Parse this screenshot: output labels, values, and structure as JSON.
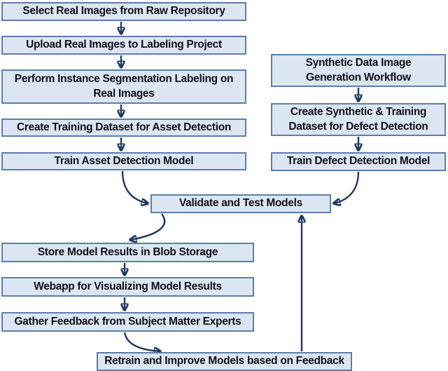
{
  "diagram": {
    "title": "Asset and Defect Detection Model Workflow Flowchart",
    "colors": {
      "node_fill": "#dce6f2",
      "node_border": "#5b7dae",
      "arrow": "#1f3864",
      "text": "#101018",
      "background": "#ffffff"
    },
    "nodes": [
      {
        "id": "select-real-images",
        "label": "Select Real Images from Raw Repository"
      },
      {
        "id": "upload-real-images",
        "label": "Upload Real Images to Labeling Project"
      },
      {
        "id": "instance-segmentation",
        "label": "Perform Instance Segmentation Labeling on\nReal Images"
      },
      {
        "id": "create-training-dataset-asset",
        "label": "Create Training Dataset for Asset Detection"
      },
      {
        "id": "train-asset-model",
        "label": "Train Asset Detection Model"
      },
      {
        "id": "synthetic-workflow",
        "label": "Synthetic Data Image\nGeneration Workflow"
      },
      {
        "id": "create-synthetic-dataset-defect",
        "label": "Create Synthetic & Training\nDataset for Defect Detection"
      },
      {
        "id": "train-defect-model",
        "label": "Train Defect Detection Model"
      },
      {
        "id": "validate-test",
        "label": "Validate and Test Models"
      },
      {
        "id": "store-results",
        "label": "Store Model Results in Blob Storage"
      },
      {
        "id": "webapp-visualize",
        "label": "Webapp for Visualizing Model Results"
      },
      {
        "id": "gather-feedback",
        "label": "Gather Feedback from Subject Matter Experts"
      },
      {
        "id": "retrain-improve",
        "label": "Retrain and Improve Models based on Feedback"
      }
    ],
    "edges": [
      {
        "from": "select-real-images",
        "to": "upload-real-images"
      },
      {
        "from": "upload-real-images",
        "to": "instance-segmentation"
      },
      {
        "from": "instance-segmentation",
        "to": "create-training-dataset-asset"
      },
      {
        "from": "create-training-dataset-asset",
        "to": "train-asset-model"
      },
      {
        "from": "train-asset-model",
        "to": "validate-test"
      },
      {
        "from": "synthetic-workflow",
        "to": "create-synthetic-dataset-defect"
      },
      {
        "from": "create-synthetic-dataset-defect",
        "to": "train-defect-model"
      },
      {
        "from": "train-defect-model",
        "to": "validate-test"
      },
      {
        "from": "validate-test",
        "to": "store-results"
      },
      {
        "from": "store-results",
        "to": "webapp-visualize"
      },
      {
        "from": "webapp-visualize",
        "to": "gather-feedback"
      },
      {
        "from": "gather-feedback",
        "to": "retrain-improve"
      },
      {
        "from": "retrain-improve",
        "to": "validate-test"
      }
    ]
  }
}
